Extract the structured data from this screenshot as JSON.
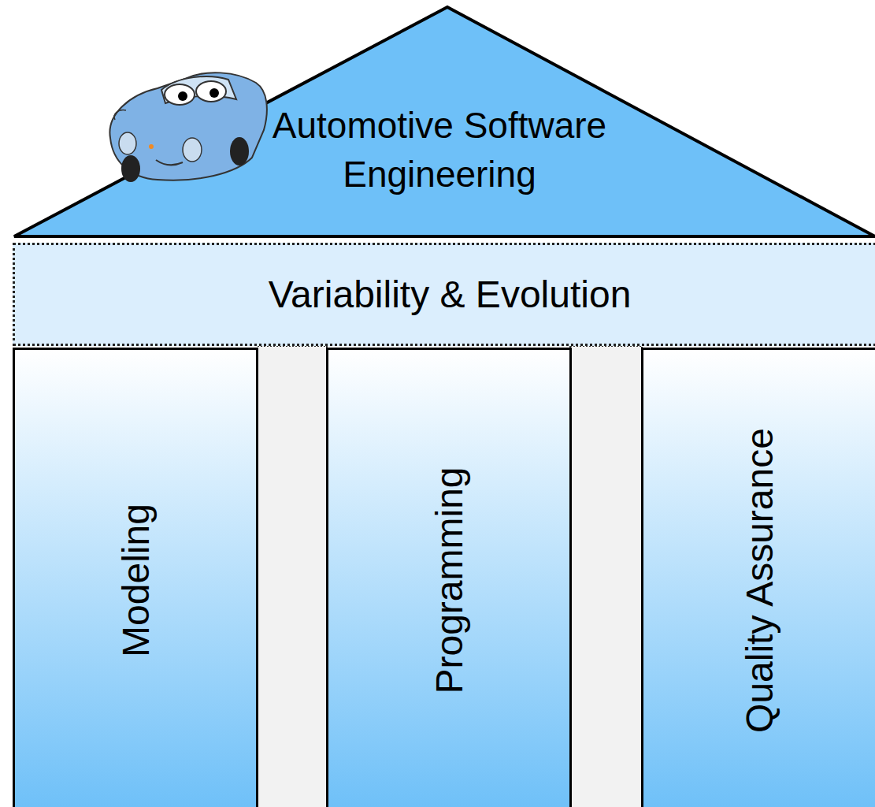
{
  "diagram": {
    "nodes": [
      {
        "text": [
          "Automotive Software Engineering"
        ]
      },
      {
        "text": [
          "Variability & Evolution"
        ]
      },
      {
        "text": [
          "Modeling"
        ]
      },
      {
        "text": [
          "Programming"
        ]
      },
      {
        "text": [
          "Quality Assurance"
        ]
      }
    ]
  }
}
